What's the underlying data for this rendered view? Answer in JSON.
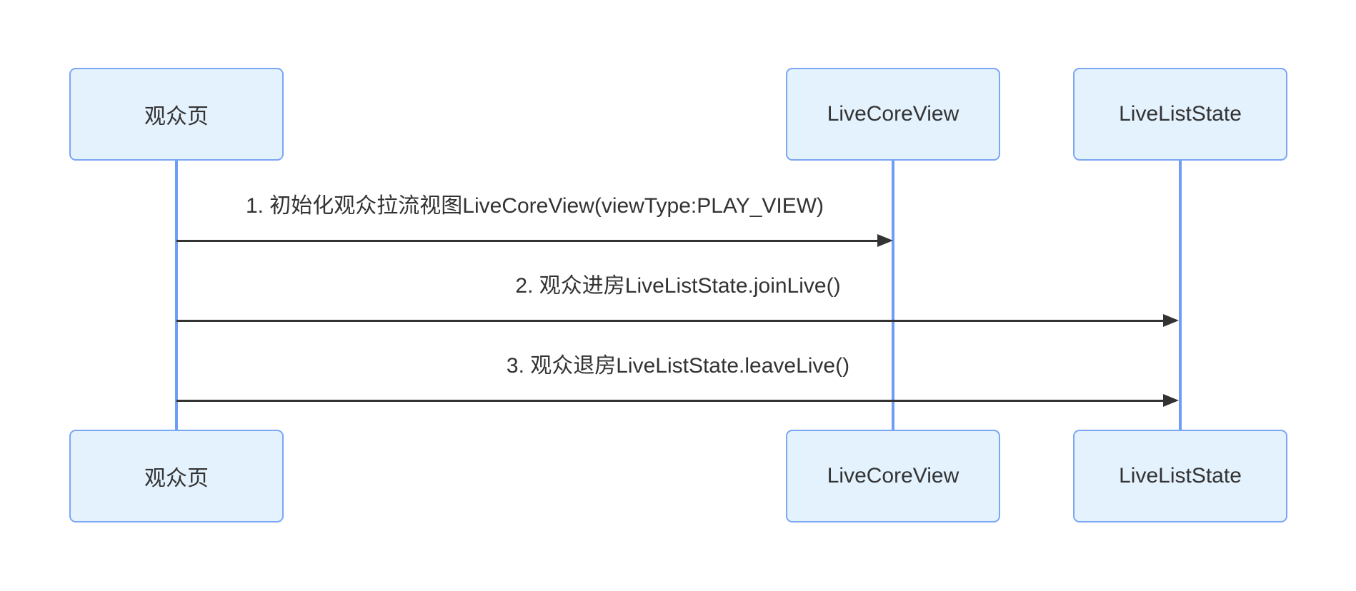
{
  "colors": {
    "background": "#ffffff",
    "actor_fill": "#e4f2fd",
    "actor_border": "#7aa6f5",
    "lifeline": "#6d9df6",
    "arrow": "#333333",
    "text": "#333333"
  },
  "actors": [
    {
      "label": "观众页"
    },
    {
      "label": "LiveCoreView"
    },
    {
      "label": "LiveListState"
    }
  ],
  "messages": [
    {
      "label": "1. 初始化观众拉流视图LiveCoreView(viewType:PLAY_VIEW)"
    },
    {
      "label": "2. 观众进房LiveListState.joinLive()"
    },
    {
      "label": "3. 观众退房LiveListState.leaveLive()"
    }
  ]
}
